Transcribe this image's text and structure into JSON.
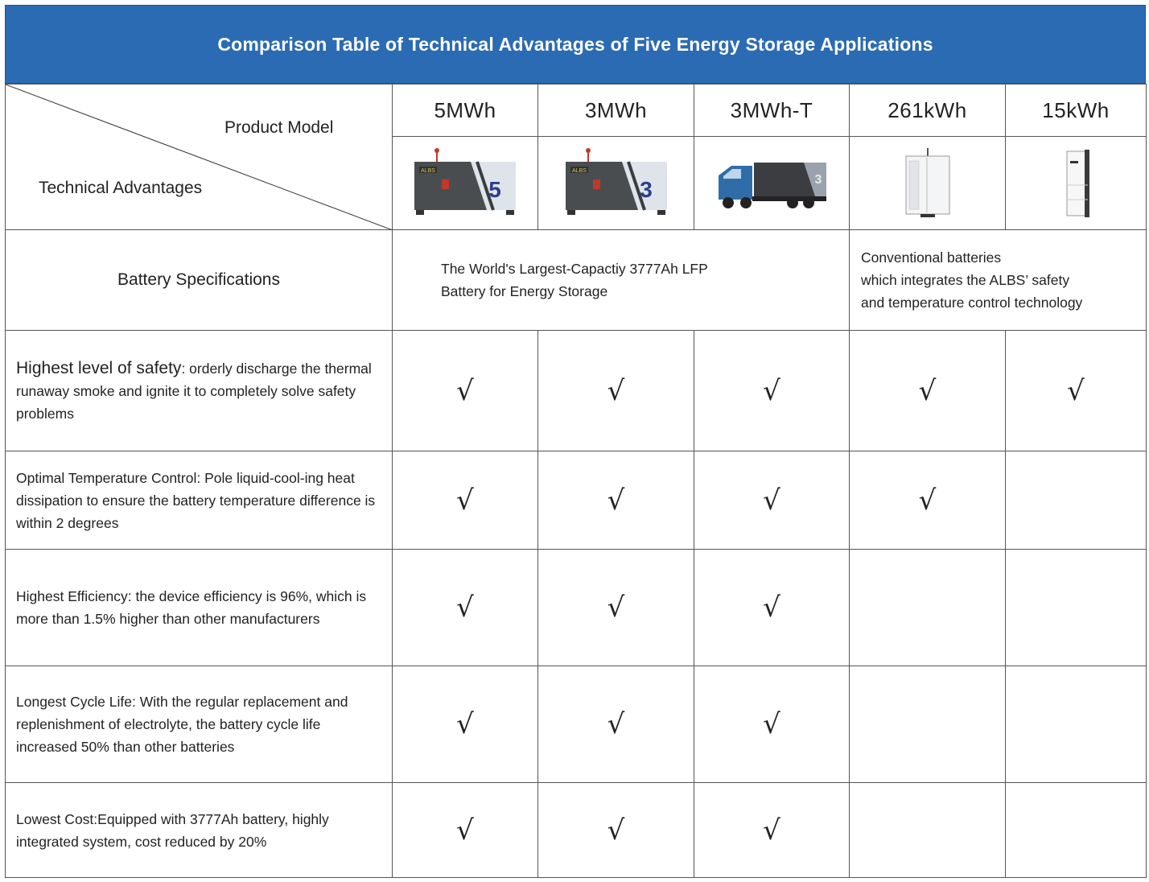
{
  "title": "Comparison Table of Technical Advantages of Five Energy Storage Applications",
  "header": {
    "product_model_label": "Product Model",
    "technical_advantages_label": "Technical Advantages"
  },
  "models": [
    "5MWh",
    "3MWh",
    "3MWh-T",
    "261kWh",
    "15kWh"
  ],
  "product_image_text": {
    "brand": "ALBS",
    "container_5": "5",
    "container_3": "3",
    "truck_3": "3"
  },
  "battery_specifications": {
    "label": "Battery Specifications",
    "group_a": [
      "The World's Largest-Capactiy 3777Ah LFP",
      "Battery for Energy Storage"
    ],
    "group_b": [
      "Conventional batteries",
      "which integrates the ALBS’ safety",
      "and temperature control technology"
    ]
  },
  "check_symbol": "√",
  "rows": [
    {
      "title": "Highest level of safety",
      "body": ": orderly discharge the thermal runaway smoke and ignite it to completely solve safety problems",
      "checks": [
        true,
        true,
        true,
        true,
        true
      ]
    },
    {
      "title": "",
      "body": "Optimal Temperature Control: Pole liquid-cool-ing  heat dissipation to ensure the battery temperature difference is within 2 degrees",
      "checks": [
        true,
        true,
        true,
        true,
        false
      ]
    },
    {
      "title": "",
      "body": "Highest Efficiency: the device efficiency is 96%, which is more than 1.5% higher than other manufacturers",
      "checks": [
        true,
        true,
        true,
        false,
        false
      ]
    },
    {
      "title": "",
      "body": "Longest Cycle Life: With the regular replacement and replenishment of electrolyte, the battery cycle life increased 50% than other batteries",
      "checks": [
        true,
        true,
        true,
        false,
        false
      ]
    },
    {
      "title": "",
      "body": "Lowest Cost:Equipped with 3777Ah battery, highly integrated system, cost reduced by 20%",
      "checks": [
        true,
        true,
        true,
        false,
        false
      ]
    }
  ]
}
